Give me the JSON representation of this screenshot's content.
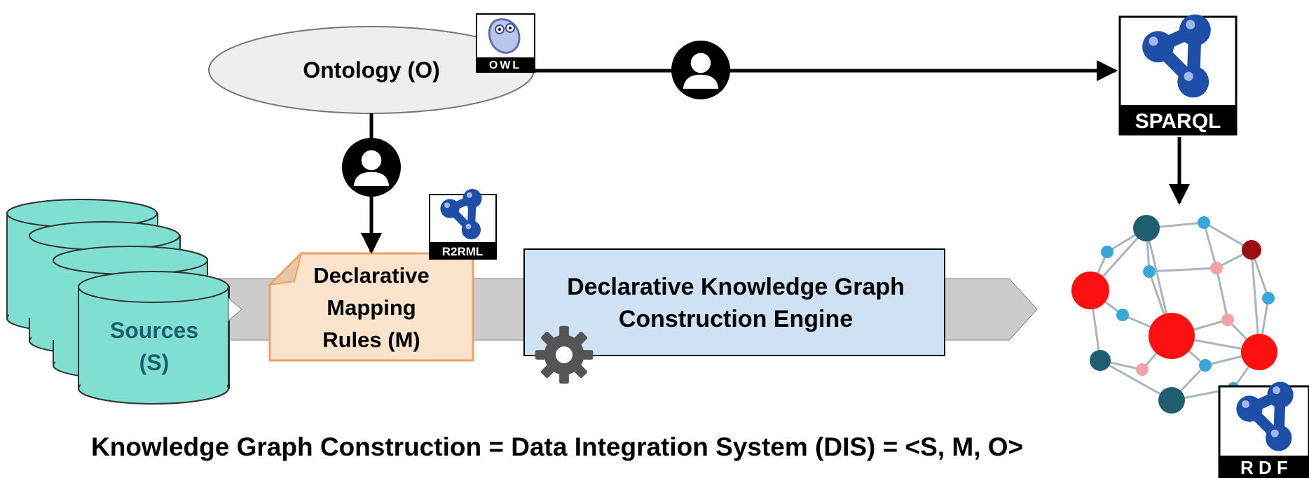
{
  "ontology": {
    "label": "Ontology (O)",
    "badge": "OWL"
  },
  "sparql": {
    "badge": "SPARQL"
  },
  "r2rml": {
    "badge": "R2RML"
  },
  "rdf": {
    "badge": "R D F"
  },
  "sources": {
    "label": "Sources\n(S)"
  },
  "mapping": {
    "label": "Declarative\nMapping\nRules (M)"
  },
  "engine": {
    "label": "Declarative Knowledge Graph\nConstruction Engine"
  },
  "footer": {
    "equation": "Knowledge Graph Construction = Data Integration System (DIS) = <S, M, O>"
  },
  "colors": {
    "sources_fill": "#7fe0d2",
    "mapping_fill": "#fbe3cc",
    "mapping_border": "#f0a060",
    "engine_fill": "#cfe2f3",
    "pipe": "#cccccc",
    "w3c_blue": "#1e4fa8",
    "node_red": "#ff1010",
    "node_teal": "#1f5e70",
    "node_lightblue": "#3aa6d6",
    "node_pink": "#f4a0a8"
  }
}
